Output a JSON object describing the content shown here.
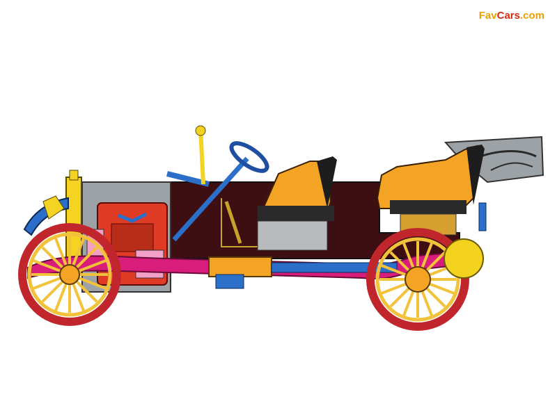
{
  "watermark": {
    "part1": "Fav",
    "part2": "Cars",
    "part3": ".com",
    "color_primary": "#e8a100",
    "color_secondary": "#d62a12"
  },
  "illustration": {
    "subject": "vintage-touring-car-cutaway",
    "colors": {
      "wheel_rim": "#c0262b",
      "wheel_spokes": "#f2c23a",
      "frame": "#d81e7a",
      "engine": "#e03b24",
      "body": "#3e0f12",
      "seats": "#f3a425",
      "hood": "#9da2a6",
      "fender": "#2c6fc9",
      "radiator": "#f4d322",
      "lamp": "#f2d21e"
    }
  }
}
